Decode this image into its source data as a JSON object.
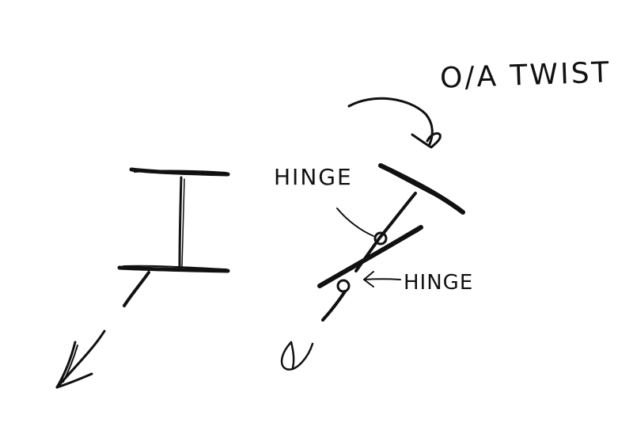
{
  "labels": {
    "title": "O/A TWIST",
    "hinge_top": "HINGE",
    "hinge_right": "HINGE"
  },
  "colors": {
    "ink": "#111111",
    "background": "#ffffff"
  }
}
